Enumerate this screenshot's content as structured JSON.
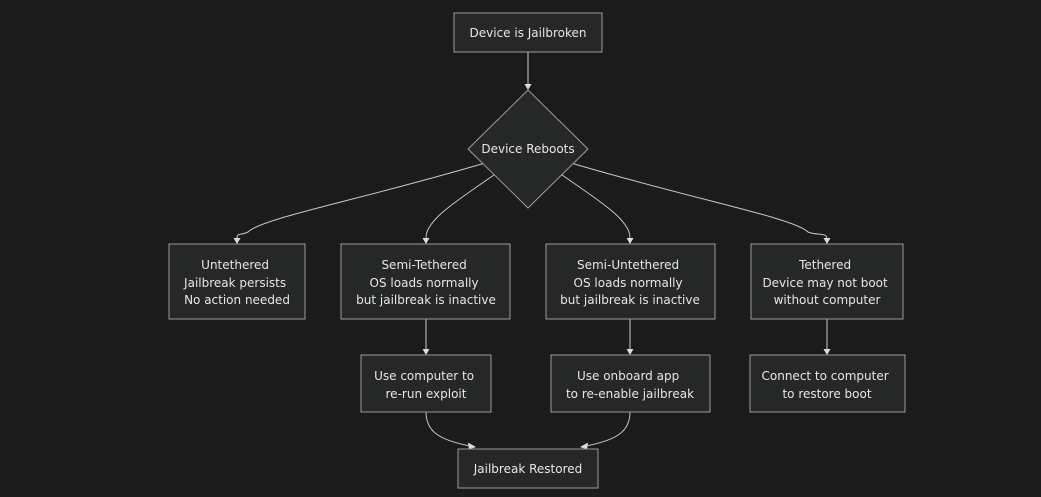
{
  "nodes": {
    "start": {
      "lines": [
        "Device is Jailbroken"
      ]
    },
    "decision": {
      "lines": [
        "Device Reboots"
      ]
    },
    "untethered": {
      "lines": [
        "Untethered",
        "Jailbreak persists",
        "No action needed"
      ]
    },
    "semi_tethered": {
      "lines": [
        "Semi-Tethered",
        "OS loads normally",
        "but jailbreak is inactive"
      ]
    },
    "semi_untethered": {
      "lines": [
        "Semi-Untethered",
        "OS loads normally",
        "but jailbreak is inactive"
      ]
    },
    "tethered": {
      "lines": [
        "Tethered",
        "Device may not boot",
        "without computer"
      ]
    },
    "use_computer": {
      "lines": [
        "Use computer to",
        "re-run exploit"
      ]
    },
    "use_app": {
      "lines": [
        "Use onboard app",
        "to re-enable jailbreak"
      ]
    },
    "connect_computer": {
      "lines": [
        "Connect to computer",
        "to restore boot"
      ]
    },
    "restored": {
      "lines": [
        "Jailbreak Restored"
      ]
    }
  },
  "colors": {
    "background": "#1b1b1b",
    "node_fill": "#252826",
    "node_stroke": "#9a9a9a",
    "edge": "#c8c8c8",
    "text": "#e6e6e6"
  }
}
